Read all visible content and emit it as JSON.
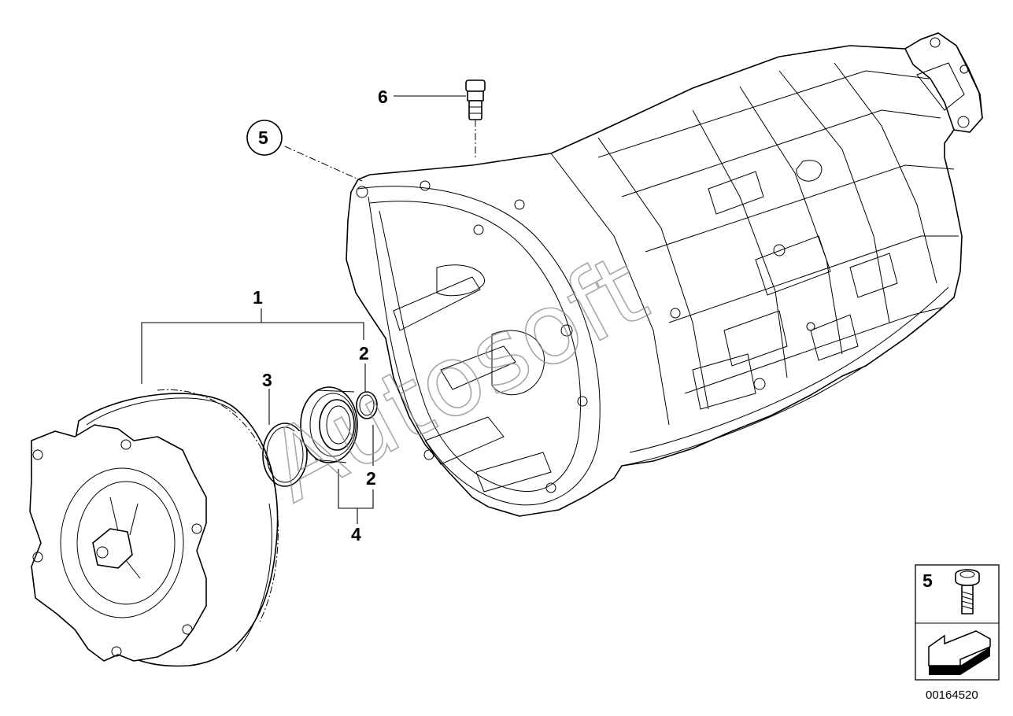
{
  "callouts": {
    "c1": "1",
    "c2a": "2",
    "c2b": "2",
    "c3": "3",
    "c4": "4",
    "c5": "5",
    "c6": "6"
  },
  "legend": {
    "item_number": "5",
    "icons": [
      "torx-bolt-icon",
      "direction-arrow-icon"
    ]
  },
  "watermark": "Autosoft",
  "document_number": "00164520",
  "colors": {
    "line": "#000000",
    "background": "#ffffff",
    "watermark": "#8a8a8a"
  }
}
